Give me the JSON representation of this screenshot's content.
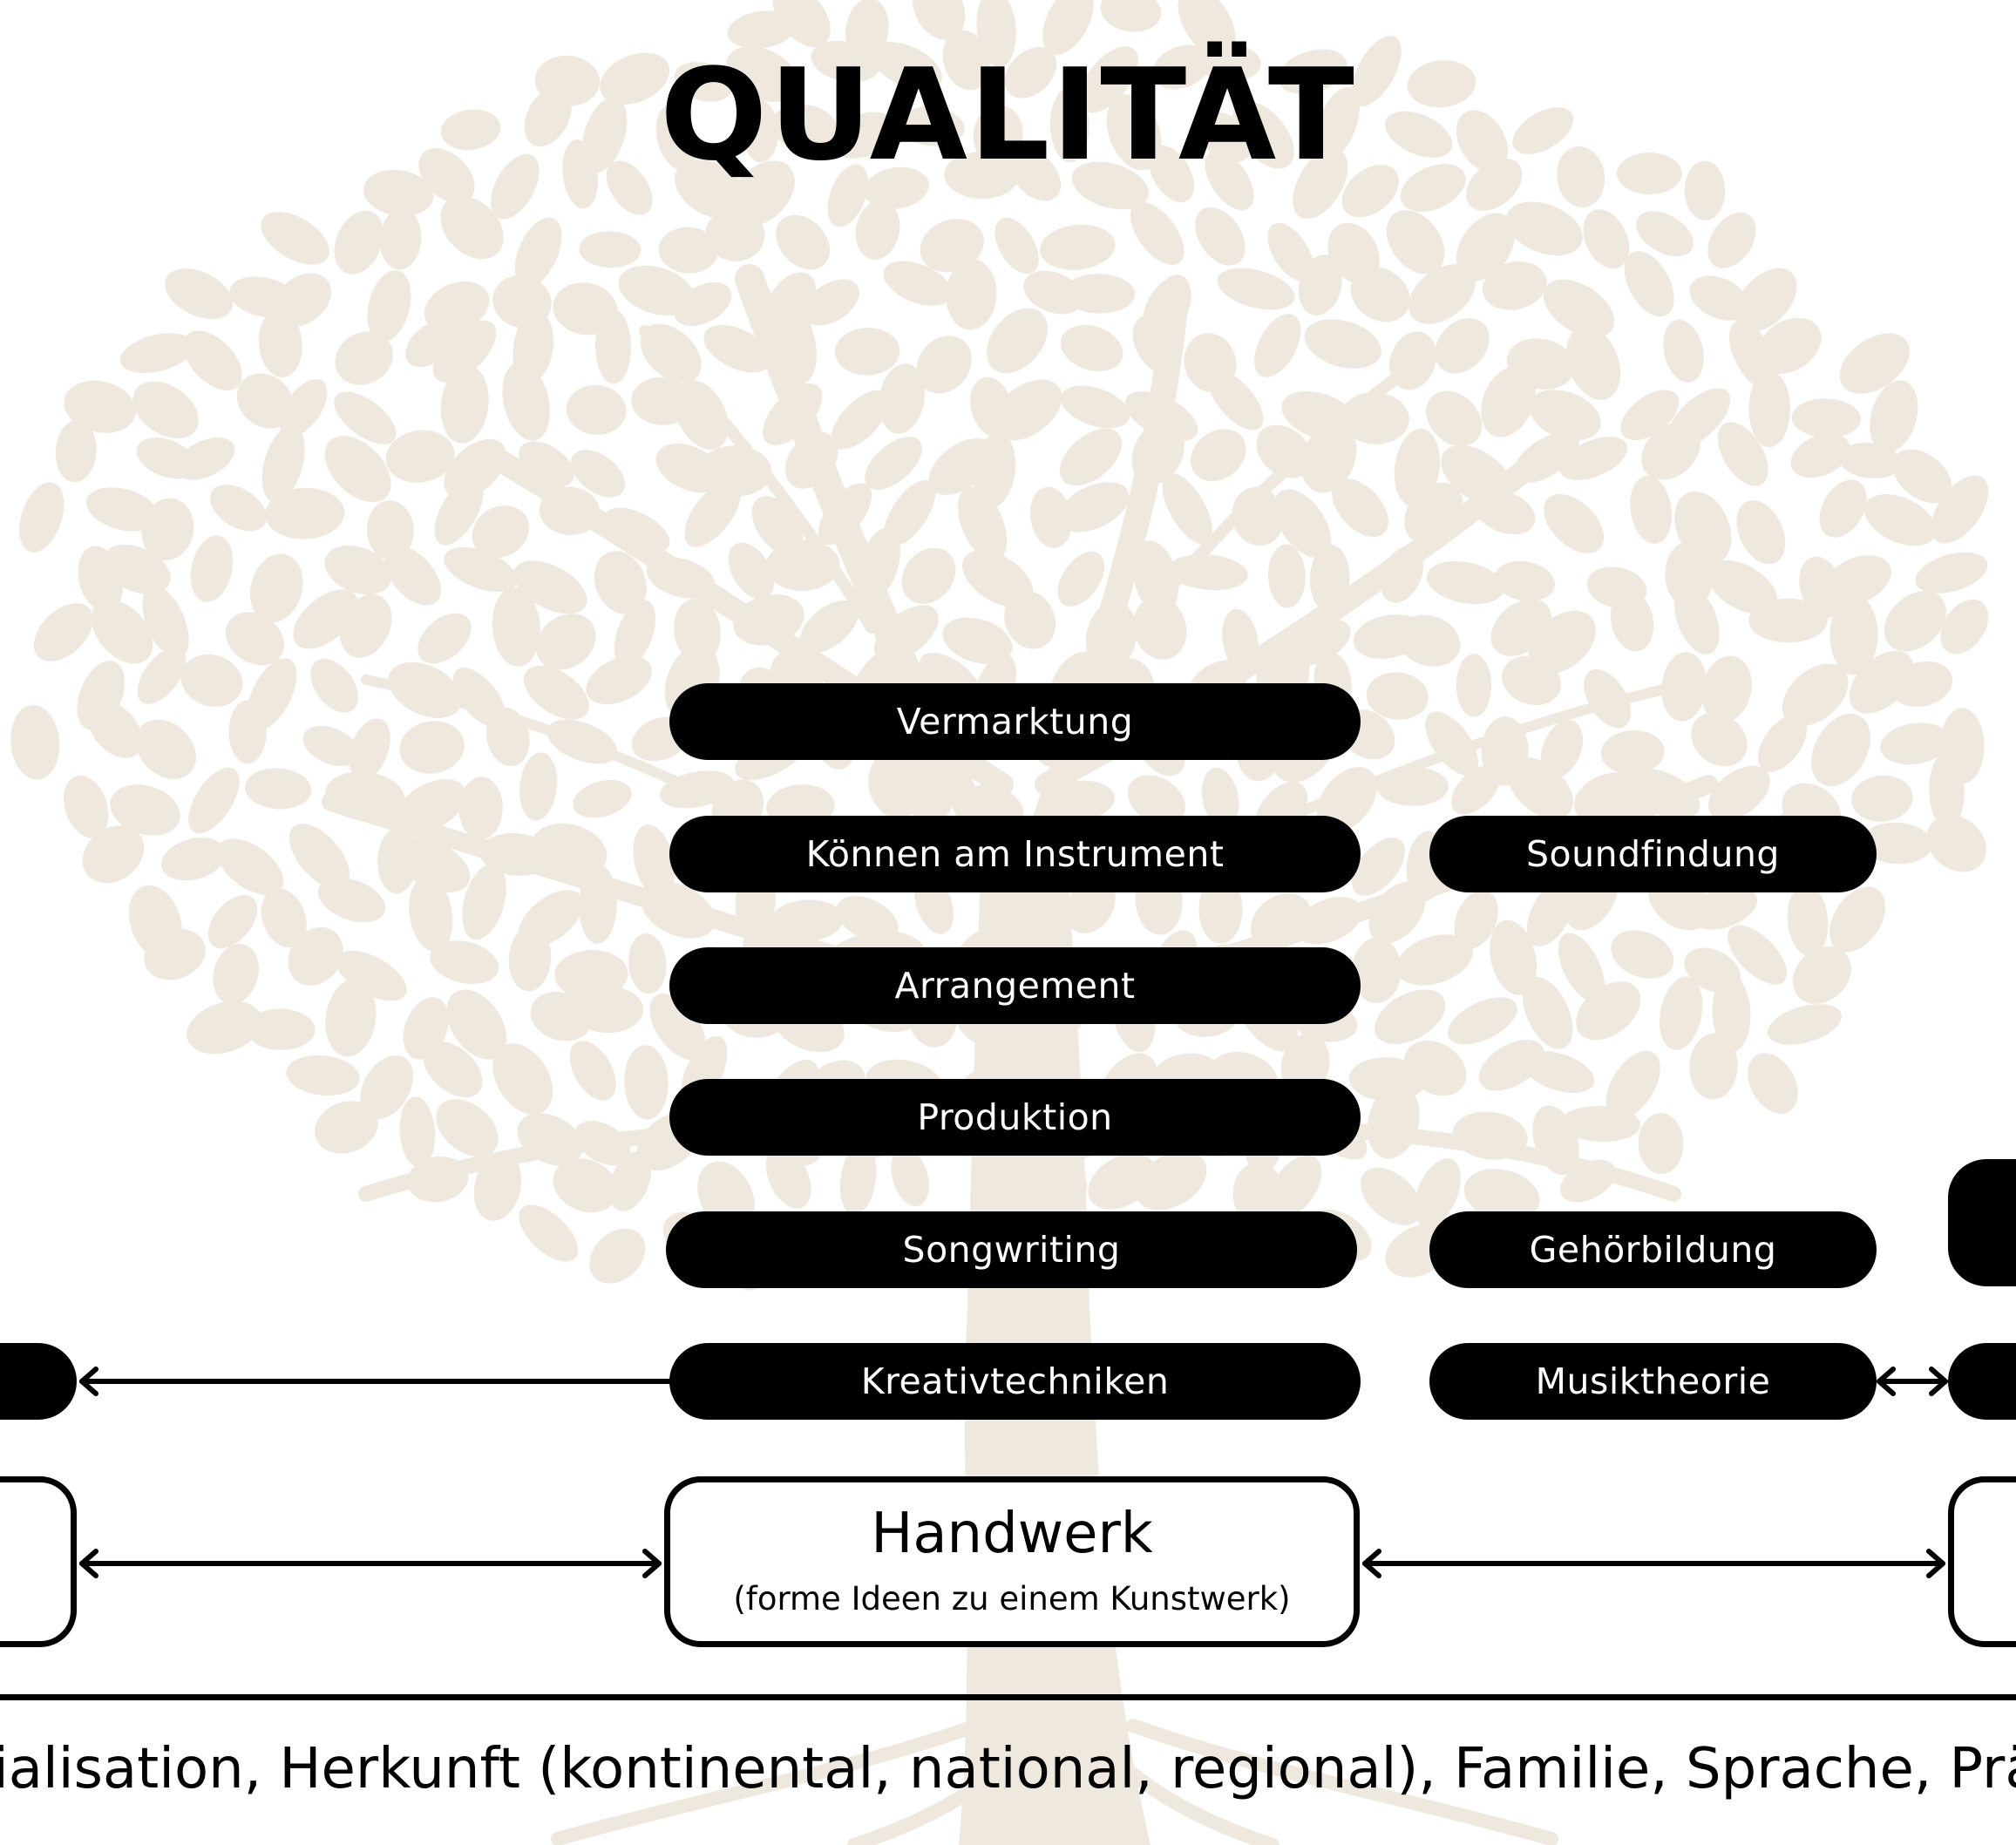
{
  "title": "QUALITÄT",
  "colors": {
    "tree": "#efe8df",
    "pill_bg": "#000000",
    "pill_text": "#ffffff",
    "line": "#000000"
  },
  "center_column": [
    "Vermarktung",
    "Können am Instrument",
    "Arrangement",
    "Produktion",
    "Songwriting",
    "Kreativtechniken"
  ],
  "right_column": [
    "Soundfindung",
    "Gehörbildung",
    "Musiktheorie"
  ],
  "handwerk": {
    "title": "Handwerk",
    "subtitle": "(forme Ideen zu einem Kunstwerk)"
  },
  "base_text": "ialisation, Herkunft (kontinental, national, regional), Familie, Sprache, Präg",
  "background_icon": "tree-icon"
}
